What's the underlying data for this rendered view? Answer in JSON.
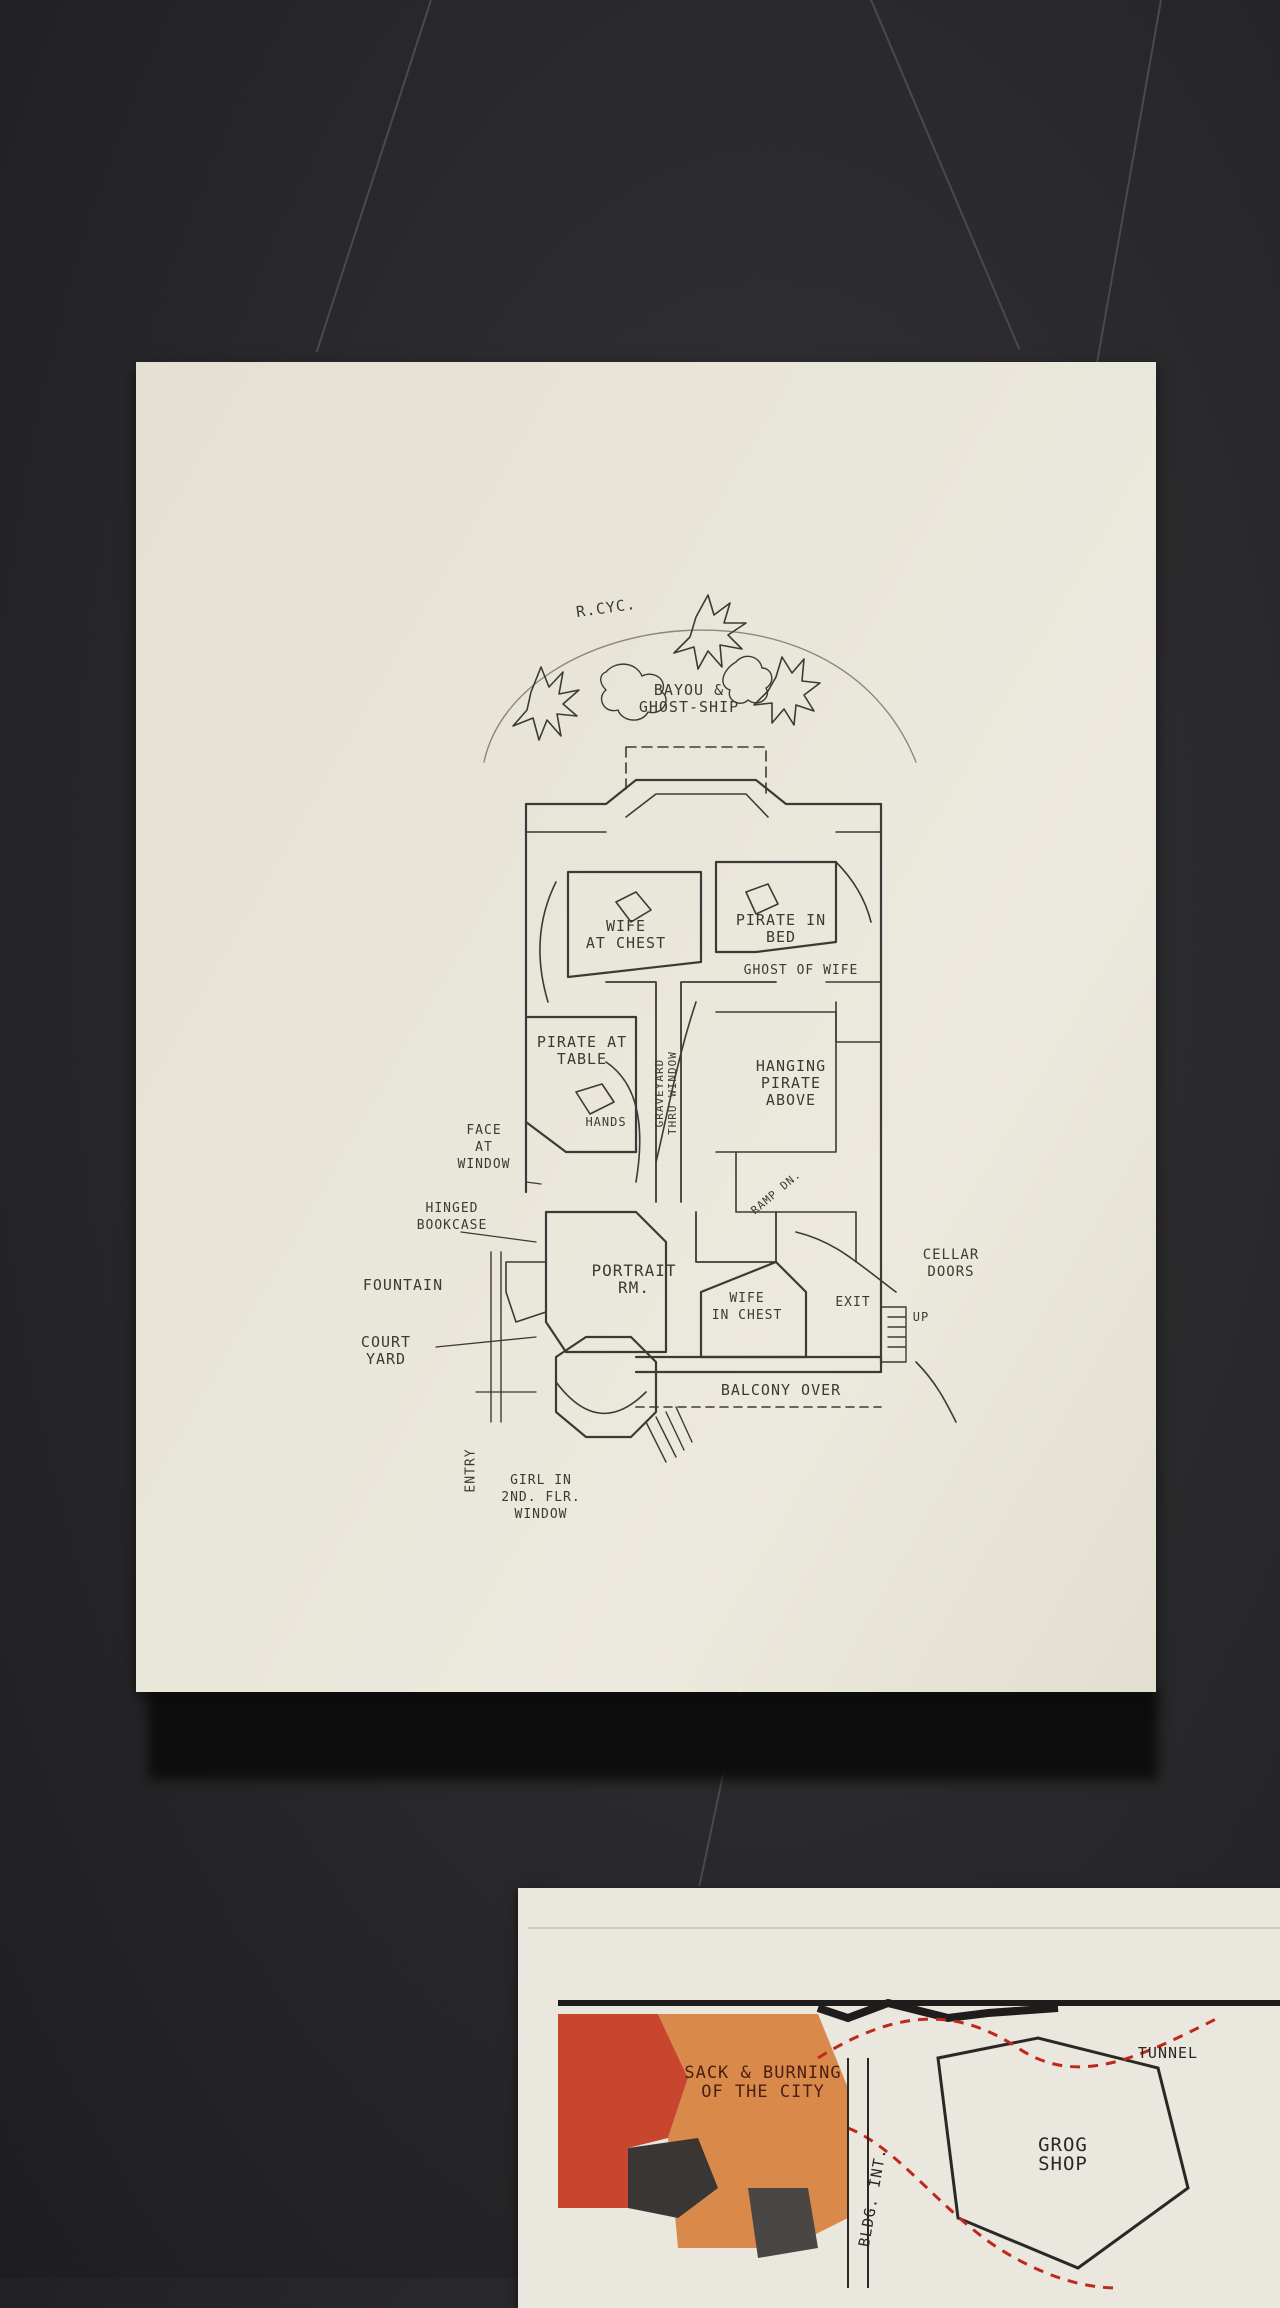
{
  "sketch_labels": {
    "top_text": "R.CYC.",
    "bayou": "BAYOU &\nGHOST-SHIP",
    "wife_at_chest": "WIFE\nAT CHEST",
    "pirate_in_bed": "PIRATE IN\nBED",
    "ghost_of_wife": "GHOST OF WIFE",
    "pirate_at_table": "PIRATE AT\nTABLE",
    "hands": "HANDS",
    "hanging_pirate": "HANGING\nPIRATE\nABOVE",
    "graveyard": "GRAVEYARD\nTHRU WINDOW",
    "face_at_window": "FACE\nAT\nWINDOW",
    "hinged_bookcase": "HINGED\nBOOKCASE",
    "ramp": "RAMP DN.",
    "portrait_rm": "PORTRAIT\nRM.",
    "cellar_doors": "CELLAR\nDOORS",
    "fountain": "FOUNTAIN",
    "wife_in_chest": "WIFE\nIN CHEST",
    "exit": "EXIT",
    "up": "UP",
    "court_yard": "COURT\nYARD",
    "balcony": "BALCONY OVER",
    "entry": "ENTRY",
    "girl_window": "GIRL IN\n2ND. FLR.\nWINDOW"
  },
  "second_sketch_labels": {
    "sack": "SACK & BURNING\nOF THE CITY",
    "grog": "GROG\nSHOP",
    "tunnel": "TUNNEL",
    "bldg": "BLDG. INT."
  },
  "colors": {
    "wall": "#2b2a2c",
    "board": "#e9e6da",
    "ink": "#3c3a36",
    "red_area": "#c8452e",
    "orange_area": "#d98a4a"
  }
}
